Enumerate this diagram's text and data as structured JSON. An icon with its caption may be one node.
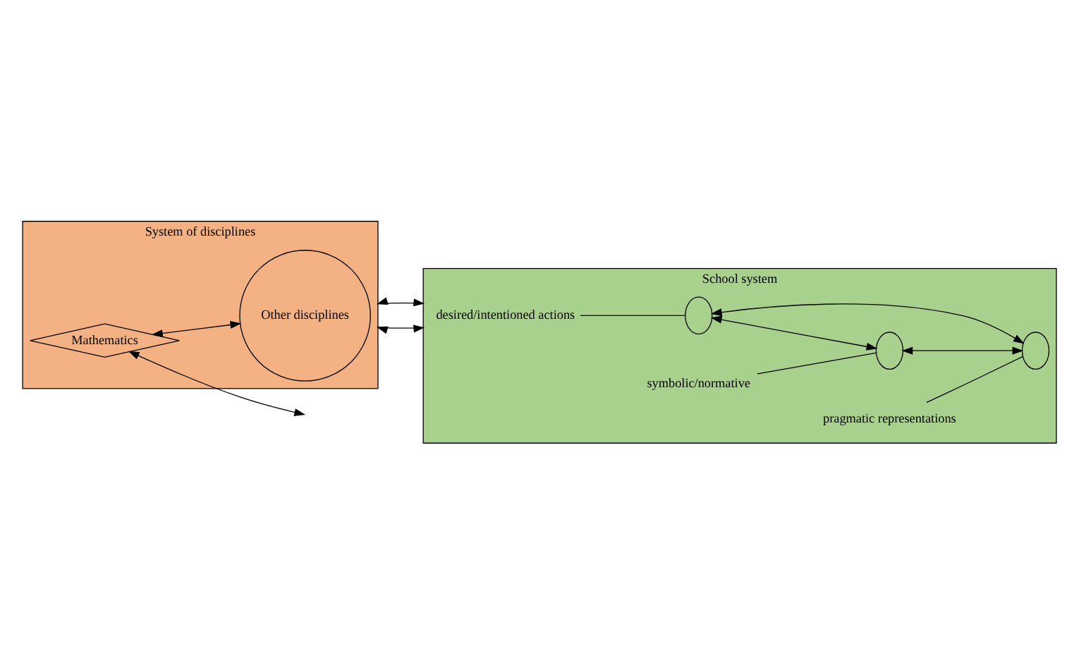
{
  "diagram": {
    "nodes": [
      {
        "text": [
          "System of disciplines"
        ]
      },
      {
        "text": [
          "Other disciplines"
        ],
        "in": 0
      },
      {
        "text": [
          "Mathematics"
        ],
        "in": 0
      },
      {
        "text": [
          "School system"
        ]
      },
      {
        "text": [
          "desired/intentioned actions"
        ],
        "in": 3
      },
      {
        "text": [],
        "shape": "circle",
        "in": 3
      },
      {
        "text": [],
        "shape": "circle",
        "in": 3
      },
      {
        "text": [],
        "shape": "circle",
        "in": 3
      },
      {
        "text": [
          "symbolic/normative"
        ],
        "in": 3
      },
      {
        "text": [
          "pragmatic representations"
        ],
        "in": 3
      }
    ],
    "edges": [
      {
        "from": 2,
        "to": 1,
        "arrow": "both"
      },
      {
        "from": 2,
        "to": null,
        "arrow": "both"
      },
      {
        "from": 0,
        "to": 3,
        "arrow": "both"
      },
      {
        "from": 0,
        "to": 3,
        "arrow": "both"
      },
      {
        "from": 5,
        "to": 6,
        "arrow": "both"
      },
      {
        "from": 5,
        "to": 7,
        "arrow": "both"
      },
      {
        "from": 6,
        "to": 7,
        "arrow": "both"
      },
      {
        "from": 4,
        "to": 5,
        "arrow": "none"
      },
      {
        "from": 8,
        "to": 6,
        "arrow": "none"
      },
      {
        "from": 9,
        "to": 7,
        "arrow": "none"
      }
    ]
  }
}
